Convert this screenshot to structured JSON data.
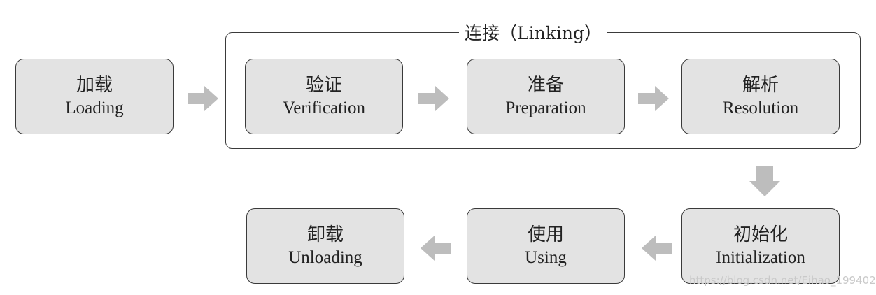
{
  "diagram": {
    "linking_group": {
      "label": "连接（Linking）"
    },
    "stages": {
      "loading": {
        "zh": "加载",
        "en": "Loading"
      },
      "verification": {
        "zh": "验证",
        "en": "Verification"
      },
      "preparation": {
        "zh": "准备",
        "en": "Preparation"
      },
      "resolution": {
        "zh": "解析",
        "en": "Resolution"
      },
      "initialization": {
        "zh": "初始化",
        "en": "Initialization"
      },
      "using": {
        "zh": "使用",
        "en": "Using"
      },
      "unloading": {
        "zh": "卸载",
        "en": "Unloading"
      }
    },
    "arrow_color": "#bdbdbd",
    "box_fill": "#e3e3e3"
  },
  "watermark": {
    "text": "https://blog.csdn.net/Eihao_199402"
  }
}
